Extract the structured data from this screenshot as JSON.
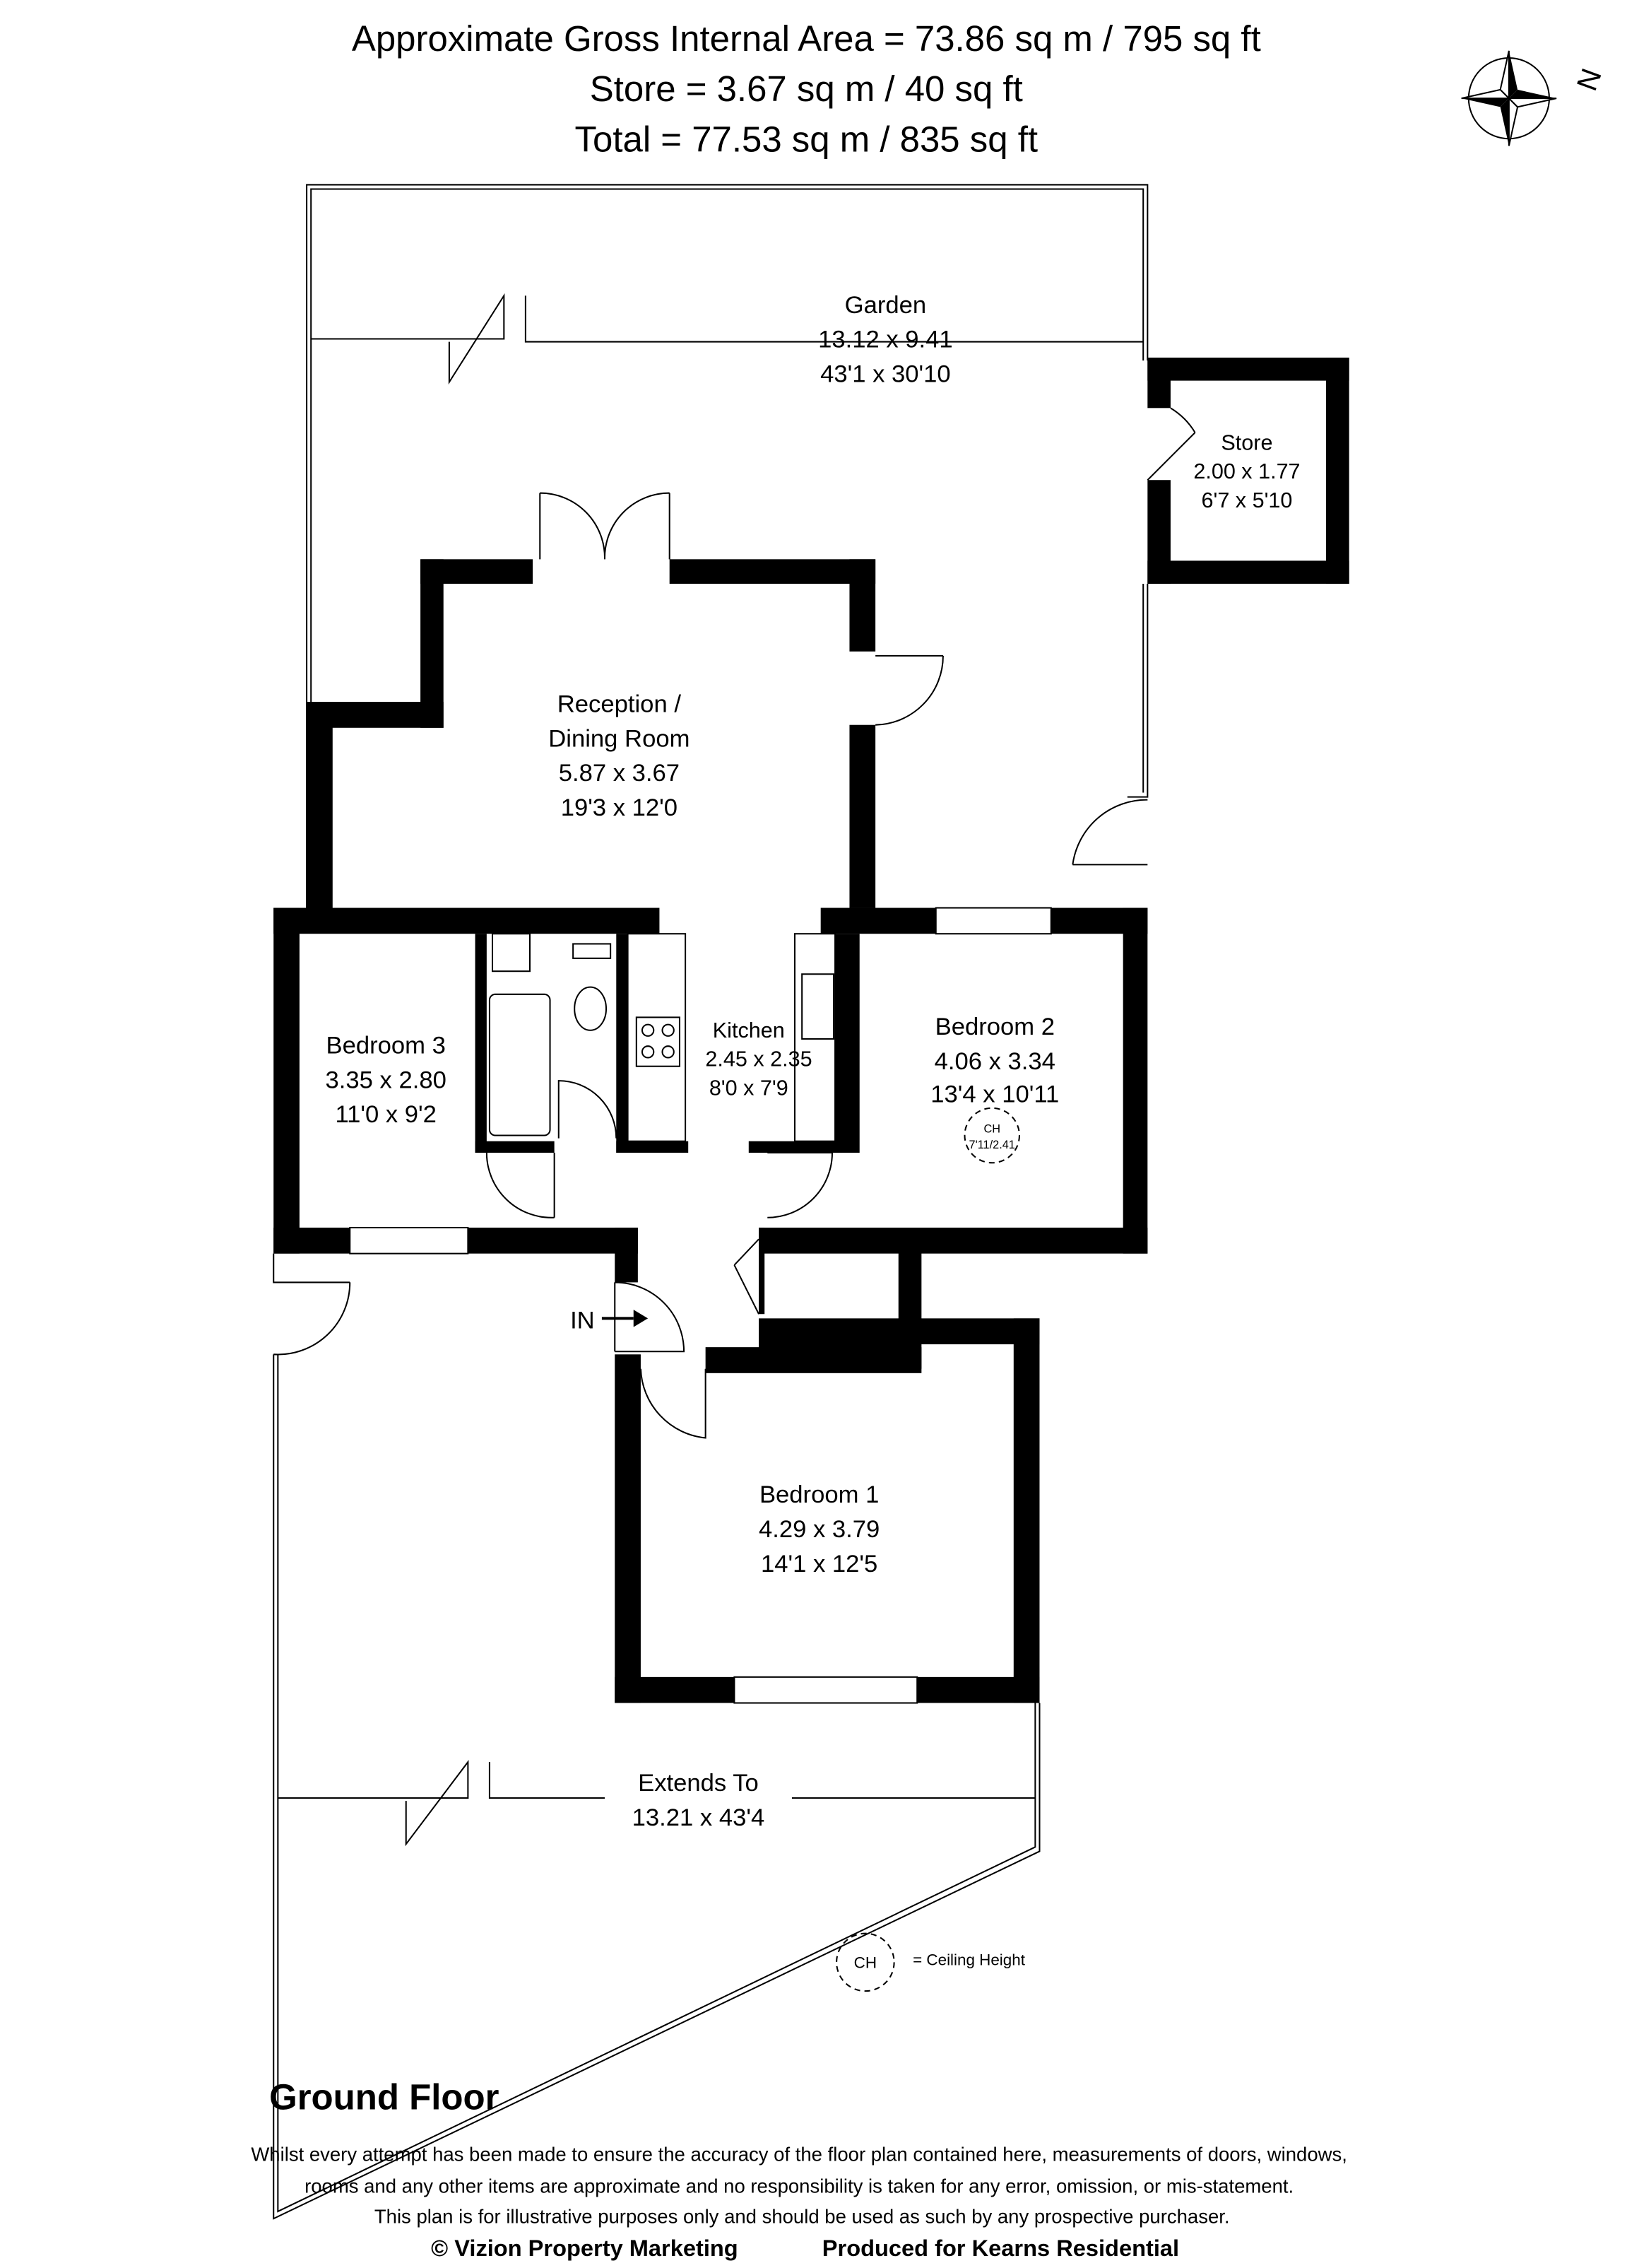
{
  "header": {
    "line1": "Approximate Gross Internal Area = 73.86 sq m / 795 sq ft",
    "line2": "Store = 3.67 sq m / 40 sq ft",
    "line3": "Total = 77.53 sq m / 835 sq ft"
  },
  "compass": {
    "icon": "compass-rose-icon",
    "label": "N"
  },
  "rooms": {
    "garden": {
      "name": "Garden",
      "metric": "13.12 x 9.41",
      "imperial": "43'1 x 30'10"
    },
    "store": {
      "name": "Store",
      "metric": "2.00 x 1.77",
      "imperial": "6'7 x 5'10"
    },
    "reception": {
      "name1": "Reception /",
      "name2": "Dining Room",
      "metric": "5.87 x 3.67",
      "imperial": "19'3 x 12'0"
    },
    "bedroom3": {
      "name": "Bedroom 3",
      "metric": "3.35 x 2.80",
      "imperial": "11'0 x 9'2"
    },
    "kitchen": {
      "name": "Kitchen",
      "metric": "2.45 x 2.35",
      "imperial": "8'0 x 7'9"
    },
    "bedroom2": {
      "name": "Bedroom 2",
      "metric": "4.06 x 3.34",
      "imperial": "13'4 x 10'11",
      "ch_label": "CH",
      "ch_value": "7'11/2.41"
    },
    "bedroom1": {
      "name": "Bedroom 1",
      "metric": "4.29 x 3.79",
      "imperial": "14'1 x 12'5"
    },
    "front_garden": {
      "name": "Extends To",
      "metric": "13.21 x 43'4"
    }
  },
  "entrance": "IN",
  "legend": {
    "symbol": "CH",
    "text": "=  Ceiling Height"
  },
  "floor_title": "Ground Floor",
  "footer": {
    "disclaimer1": "Whilst every attempt has been made to ensure the accuracy of the floor plan contained here, measurements of doors, windows,",
    "disclaimer2": "rooms and any other items are approximate and no responsibility is taken for any error, omission, or mis-statement.",
    "disclaimer3": "This plan is for illustrative purposes only and should be used as such by any prospective purchaser.",
    "copyright": "© Vizion Property Marketing",
    "produced": "Produced for Kearns Residential"
  }
}
